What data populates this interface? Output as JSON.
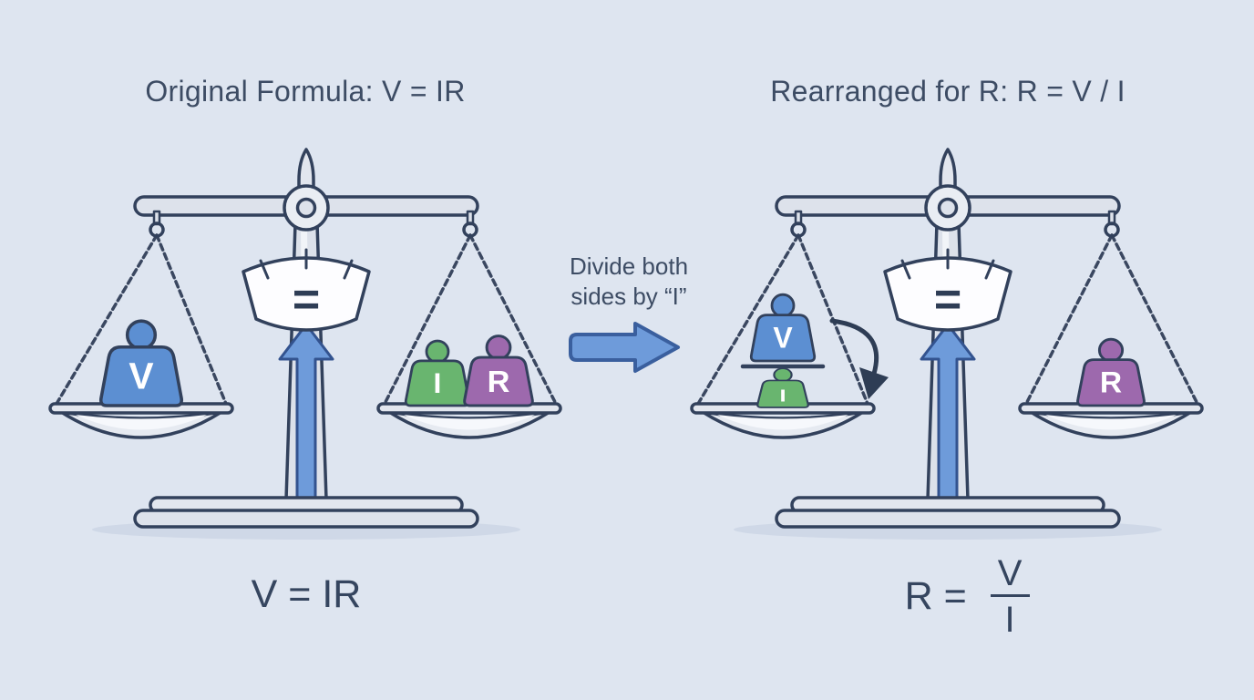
{
  "colors": {
    "background": "#dee5f0",
    "outline": "#32415c",
    "text_dark": "#3d4c64",
    "metal": "#dde2eb",
    "weight_blue": "#5c8fd2",
    "weight_green": "#69b56f",
    "weight_purple": "#9d69ad",
    "arrow_blue": "#6e9bda",
    "shadow": "#cfd8e7"
  },
  "titles": {
    "left": "Original Formula: V = IR",
    "right": "Rearranged for R: R = V / I"
  },
  "middle": {
    "line1": "Divide both",
    "line2": "sides by “I”"
  },
  "scales": {
    "left": {
      "gauge_symbol": "=",
      "left_pan": {
        "weight1": "V"
      },
      "right_pan": {
        "weight1": "I",
        "weight2": "R"
      }
    },
    "right": {
      "gauge_symbol": "=",
      "left_pan": {
        "numerator": "V",
        "denominator": "I"
      },
      "right_pan": {
        "weight1": "R"
      }
    }
  },
  "formulas": {
    "left": "V = IR",
    "right_lhs": "R =",
    "right_numerator": "V",
    "right_denominator": "I"
  }
}
